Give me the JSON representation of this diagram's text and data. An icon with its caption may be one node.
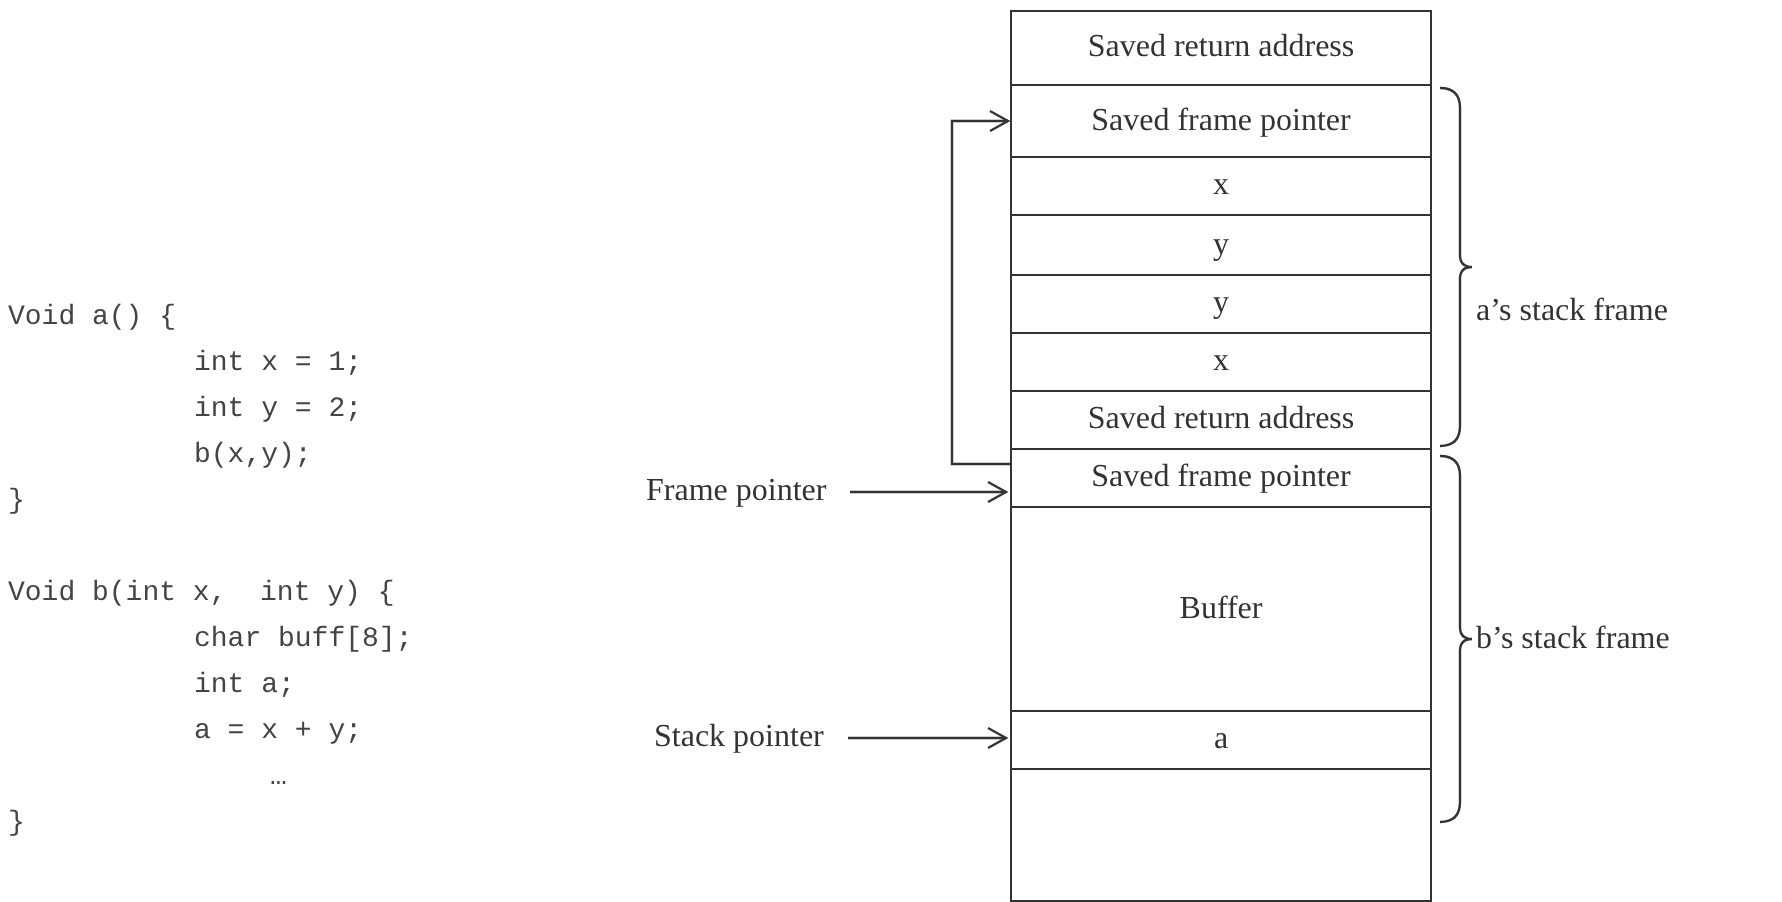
{
  "diagram": {
    "nodes": [
      {
        "text": [
          "Saved return address"
        ]
      },
      {
        "text": [
          "Saved frame pointer"
        ]
      },
      {
        "text": [
          "x"
        ]
      },
      {
        "text": [
          "y"
        ]
      },
      {
        "text": [
          "y"
        ]
      },
      {
        "text": [
          "x"
        ]
      },
      {
        "text": [
          "Saved return address"
        ]
      },
      {
        "text": [
          "Saved frame pointer"
        ]
      },
      {
        "text": [
          "Buffer"
        ]
      },
      {
        "text": [
          "a"
        ]
      },
      {
        "text": [],
        "shape": "box"
      },
      {
        "text": [
          "Frame pointer"
        ]
      },
      {
        "text": [
          "Stack pointer"
        ]
      }
    ],
    "edges": [
      {
        "from": 7,
        "to": 1,
        "arrow": "to"
      },
      {
        "from": 11,
        "to": 7,
        "arrow": "to"
      },
      {
        "from": 12,
        "to": 9,
        "arrow": "to"
      }
    ],
    "labels": [
      "Void a() {",
      "int x = 1;",
      "int y = 2;",
      "b(x,y);",
      "}",
      "Void b(int x,  int y) {",
      "char buff[8];",
      "int a;",
      "a = x + y;",
      "…",
      "}",
      "a’s stack frame",
      "b’s stack frame"
    ]
  }
}
